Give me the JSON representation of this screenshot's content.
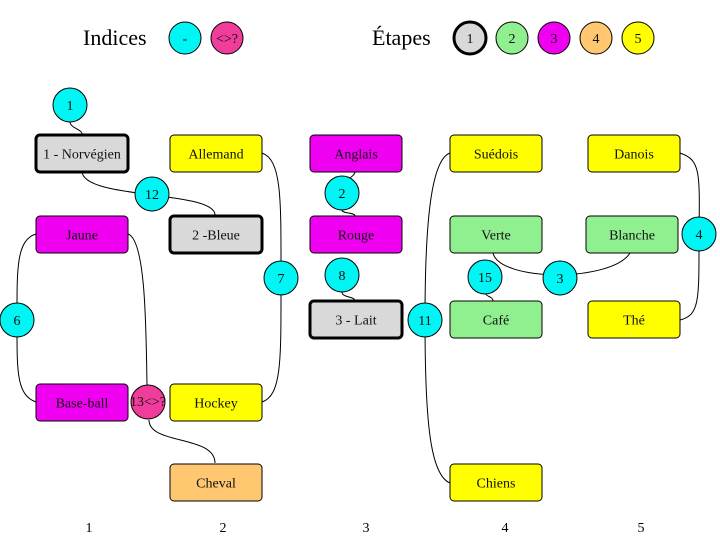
{
  "legend": {
    "indices_title": "Indices",
    "indices": [
      {
        "label": "-",
        "color": "#00f5f5"
      },
      {
        "label": "<>?",
        "color": "#f03c9a"
      }
    ],
    "etapes_title": "Étapes",
    "etapes": [
      {
        "label": "1",
        "color": "#d9d9d9",
        "bold": true
      },
      {
        "label": "2",
        "color": "#90f090"
      },
      {
        "label": "3",
        "color": "#f000f0"
      },
      {
        "label": "4",
        "color": "#ffc870"
      },
      {
        "label": "5",
        "color": "#ffff00"
      }
    ]
  },
  "columns": [
    "1",
    "2",
    "3",
    "4",
    "5"
  ],
  "nodes": [
    {
      "id": "n-norvegien",
      "label": "1 - Norvégien",
      "color": "#d9d9d9",
      "bold": true
    },
    {
      "id": "n-allemand",
      "label": "Allemand",
      "color": "#ffff00"
    },
    {
      "id": "n-anglais",
      "label": "Anglais",
      "color": "#f000f0"
    },
    {
      "id": "n-suedois",
      "label": "Suédois",
      "color": "#ffff00"
    },
    {
      "id": "n-danois",
      "label": "Danois",
      "color": "#ffff00"
    },
    {
      "id": "n-jaune",
      "label": "Jaune",
      "color": "#f000f0"
    },
    {
      "id": "n-bleue",
      "label": "2 -Bleue",
      "color": "#d9d9d9",
      "bold": true
    },
    {
      "id": "n-rouge",
      "label": "Rouge",
      "color": "#f000f0"
    },
    {
      "id": "n-verte",
      "label": "Verte",
      "color": "#90f090"
    },
    {
      "id": "n-blanche",
      "label": "Blanche",
      "color": "#90f090"
    },
    {
      "id": "n-lait",
      "label": "3 - Lait",
      "color": "#d9d9d9",
      "bold": true
    },
    {
      "id": "n-cafe",
      "label": "Café",
      "color": "#90f090"
    },
    {
      "id": "n-the",
      "label": "Thé",
      "color": "#ffff00"
    },
    {
      "id": "n-baseball",
      "label": "Base-ball",
      "color": "#f000f0"
    },
    {
      "id": "n-hockey",
      "label": "Hockey",
      "color": "#ffff00"
    },
    {
      "id": "n-cheval",
      "label": "Cheval",
      "color": "#ffc870"
    },
    {
      "id": "n-chiens",
      "label": "Chiens",
      "color": "#ffff00"
    }
  ],
  "clues": [
    {
      "id": "c1",
      "label": "1",
      "color": "#00f5f5"
    },
    {
      "id": "c12",
      "label": "12",
      "color": "#00f5f5"
    },
    {
      "id": "c2",
      "label": "2",
      "color": "#00f5f5"
    },
    {
      "id": "c8",
      "label": "8",
      "color": "#00f5f5"
    },
    {
      "id": "c15",
      "label": "15",
      "color": "#00f5f5"
    },
    {
      "id": "c3",
      "label": "3",
      "color": "#00f5f5"
    },
    {
      "id": "c4",
      "label": "4",
      "color": "#00f5f5"
    },
    {
      "id": "c7",
      "label": "7",
      "color": "#00f5f5"
    },
    {
      "id": "c6",
      "label": "6",
      "color": "#00f5f5"
    },
    {
      "id": "c11",
      "label": "11",
      "color": "#00f5f5"
    },
    {
      "id": "c13",
      "label": "13<>?",
      "color": "#f03c9a",
      "small": true
    }
  ]
}
